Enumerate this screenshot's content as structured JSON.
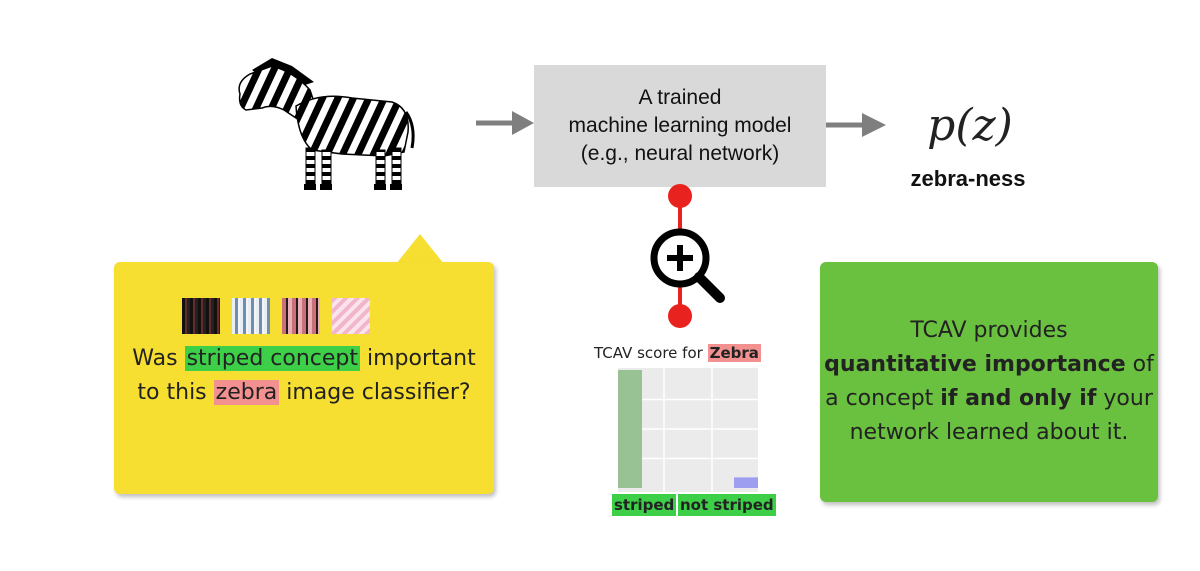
{
  "model": {
    "line1": "A trained",
    "line2": "machine learning model",
    "line3": "(e.g., neural network)"
  },
  "output": {
    "formula": "p(z)",
    "label": "zebra-ness"
  },
  "question": {
    "part1": "Was ",
    "highlight1": "striped concept",
    "part2": " important",
    "part3": "to this ",
    "highlight2": "zebra",
    "part4": " image classifier?"
  },
  "colors": {
    "highlight_green": "#3ecf48",
    "highlight_red": "#f39090",
    "callout_yellow": "#f7df32",
    "box_green": "#6ac13f",
    "probe_red": "#e8231f"
  },
  "icons": {
    "input_image": "zebra-image",
    "probe": "magnifier-plus-icon"
  },
  "chart_data": {
    "type": "bar",
    "title_prefix": "TCAV score for ",
    "title_highlight": "Zebra",
    "categories": [
      "striped",
      "not striped"
    ],
    "values": [
      1.0,
      0.09
    ],
    "ylim": [
      0,
      1.0
    ],
    "grid": true,
    "bar_colors": [
      "#98c294",
      "#9d9ef0"
    ]
  },
  "info": {
    "line1": "TCAV provides",
    "bold1": "quantitative importance",
    "line2_tail": " of",
    "line3_head": "a concept ",
    "bold2": "if and only if",
    "line3_tail": " your",
    "line4": "network learned about it."
  }
}
